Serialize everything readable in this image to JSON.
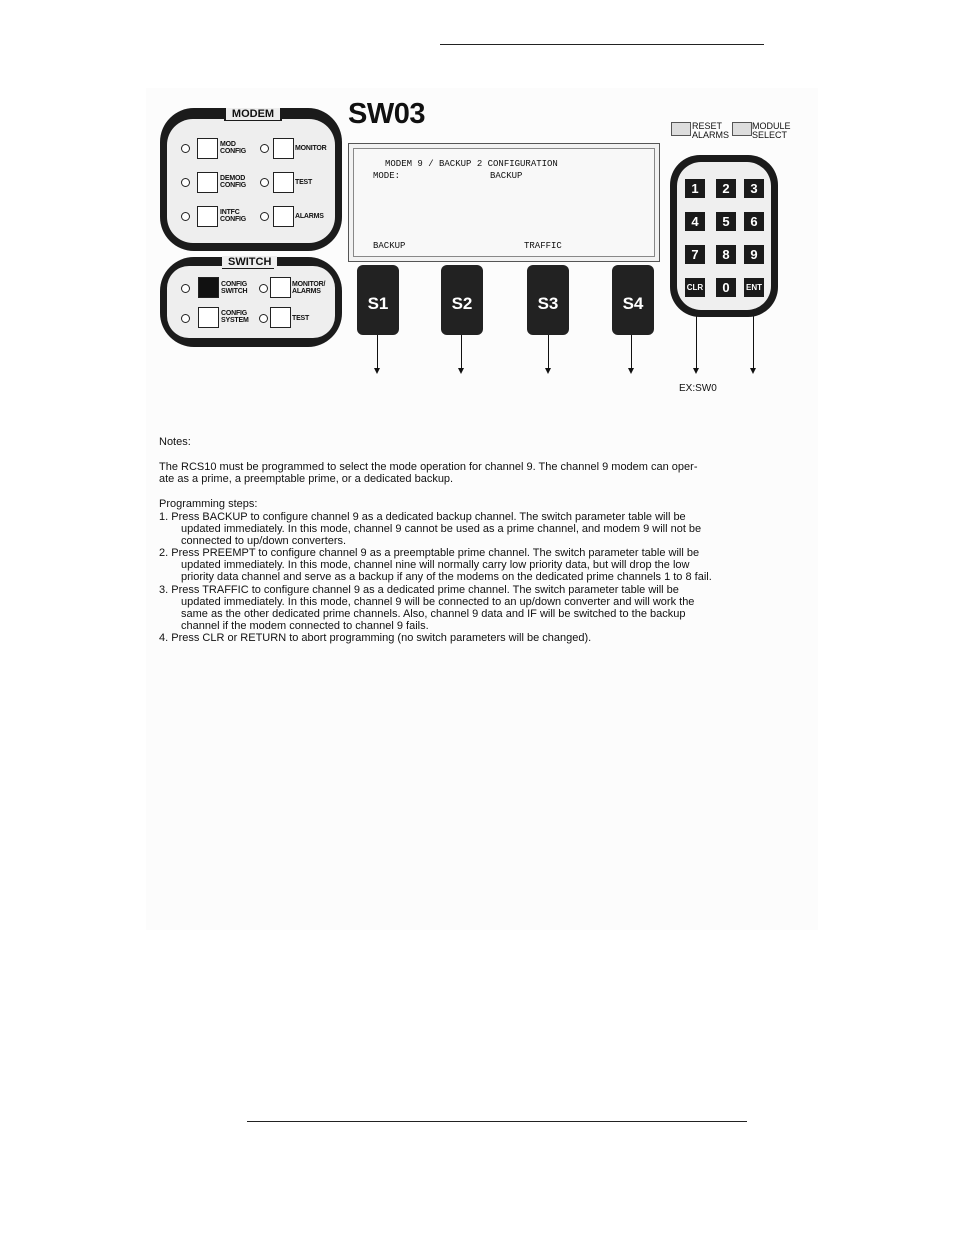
{
  "modem_panel": {
    "title": "MODEM",
    "buttons": {
      "mod_config": "MOD CONFIG",
      "monitor": "MONITOR",
      "demod_config": "DEMOD CONFIG",
      "test": "TEST",
      "intfc_config": "INTFC CONFIG",
      "alarms": "ALARMS"
    }
  },
  "switch_panel": {
    "title": "SWITCH",
    "buttons": {
      "config_switch": "CONFIG SWITCH",
      "monitor_alarms": "MONITOR/ ALARMS",
      "config_system": "CONFIG SYSTEM",
      "test": "TEST"
    }
  },
  "screen_title": "SW03",
  "lcd": {
    "line1": "MODEM 9 / BACKUP 2 CONFIGURATION",
    "line2_label": "MODE:",
    "line2_value": "BACKUP",
    "softkey1_label": "BACKUP",
    "softkey2_label": "TRAFFIC"
  },
  "softkeys": [
    "S1",
    "S2",
    "S3",
    "S4"
  ],
  "reset_alarms": "RESET ALARMS",
  "module_select": "MODULE SELECT",
  "keypad": [
    "1",
    "2",
    "3",
    "4",
    "5",
    "6",
    "7",
    "8",
    "9",
    "CLR",
    "0",
    "ENT"
  ],
  "ex_label": "EX:SW0",
  "notes": {
    "heading": "Notes:",
    "intro_line1": "The RCS10 must be programmed to select the mode operation for channel 9.  The channel 9 modem can oper-",
    "intro_line2": "ate as a prime, a preemptable prime,  or a dedicated backup.",
    "steps_heading": "Programming steps:",
    "step1_l1": "1.  Press BACKUP to configure channel 9 as a dedicated backup channel.  The switch parameter table will be",
    "step1_l2": "updated immediately.  In this mode, channel 9 cannot be used as a prime channel, and modem 9 will not be",
    "step1_l3": "connected to up/down converters.",
    "step2_l1": "2.  Press PREEMPT to configure channel 9 as a preemptable prime channel.  The switch parameter table will be",
    "step2_l2": "updated immediately.  In this mode, channel nine will normally carry low priority data, but will drop the low",
    "step2_l3": "priority data channel and serve as a backup if any of the modems on the dedicated prime channels 1 to 8 fail.",
    "step3_l1": "3.  Press TRAFFIC to configure channel 9 as a dedicated prime channel.  The switch parameter table will be",
    "step3_l2": "updated immediately.  In this mode, channel 9 will be connected to an up/down converter and will work the",
    "step3_l3": "same as the other dedicated prime channels.  Also, channel 9 data and IF will be switched to the backup",
    "step3_l4": "channel if the modem connected to channel 9 fails.",
    "step4_l1": "4.  Press CLR or RETURN to abort programming (no switch parameters will be changed)."
  }
}
